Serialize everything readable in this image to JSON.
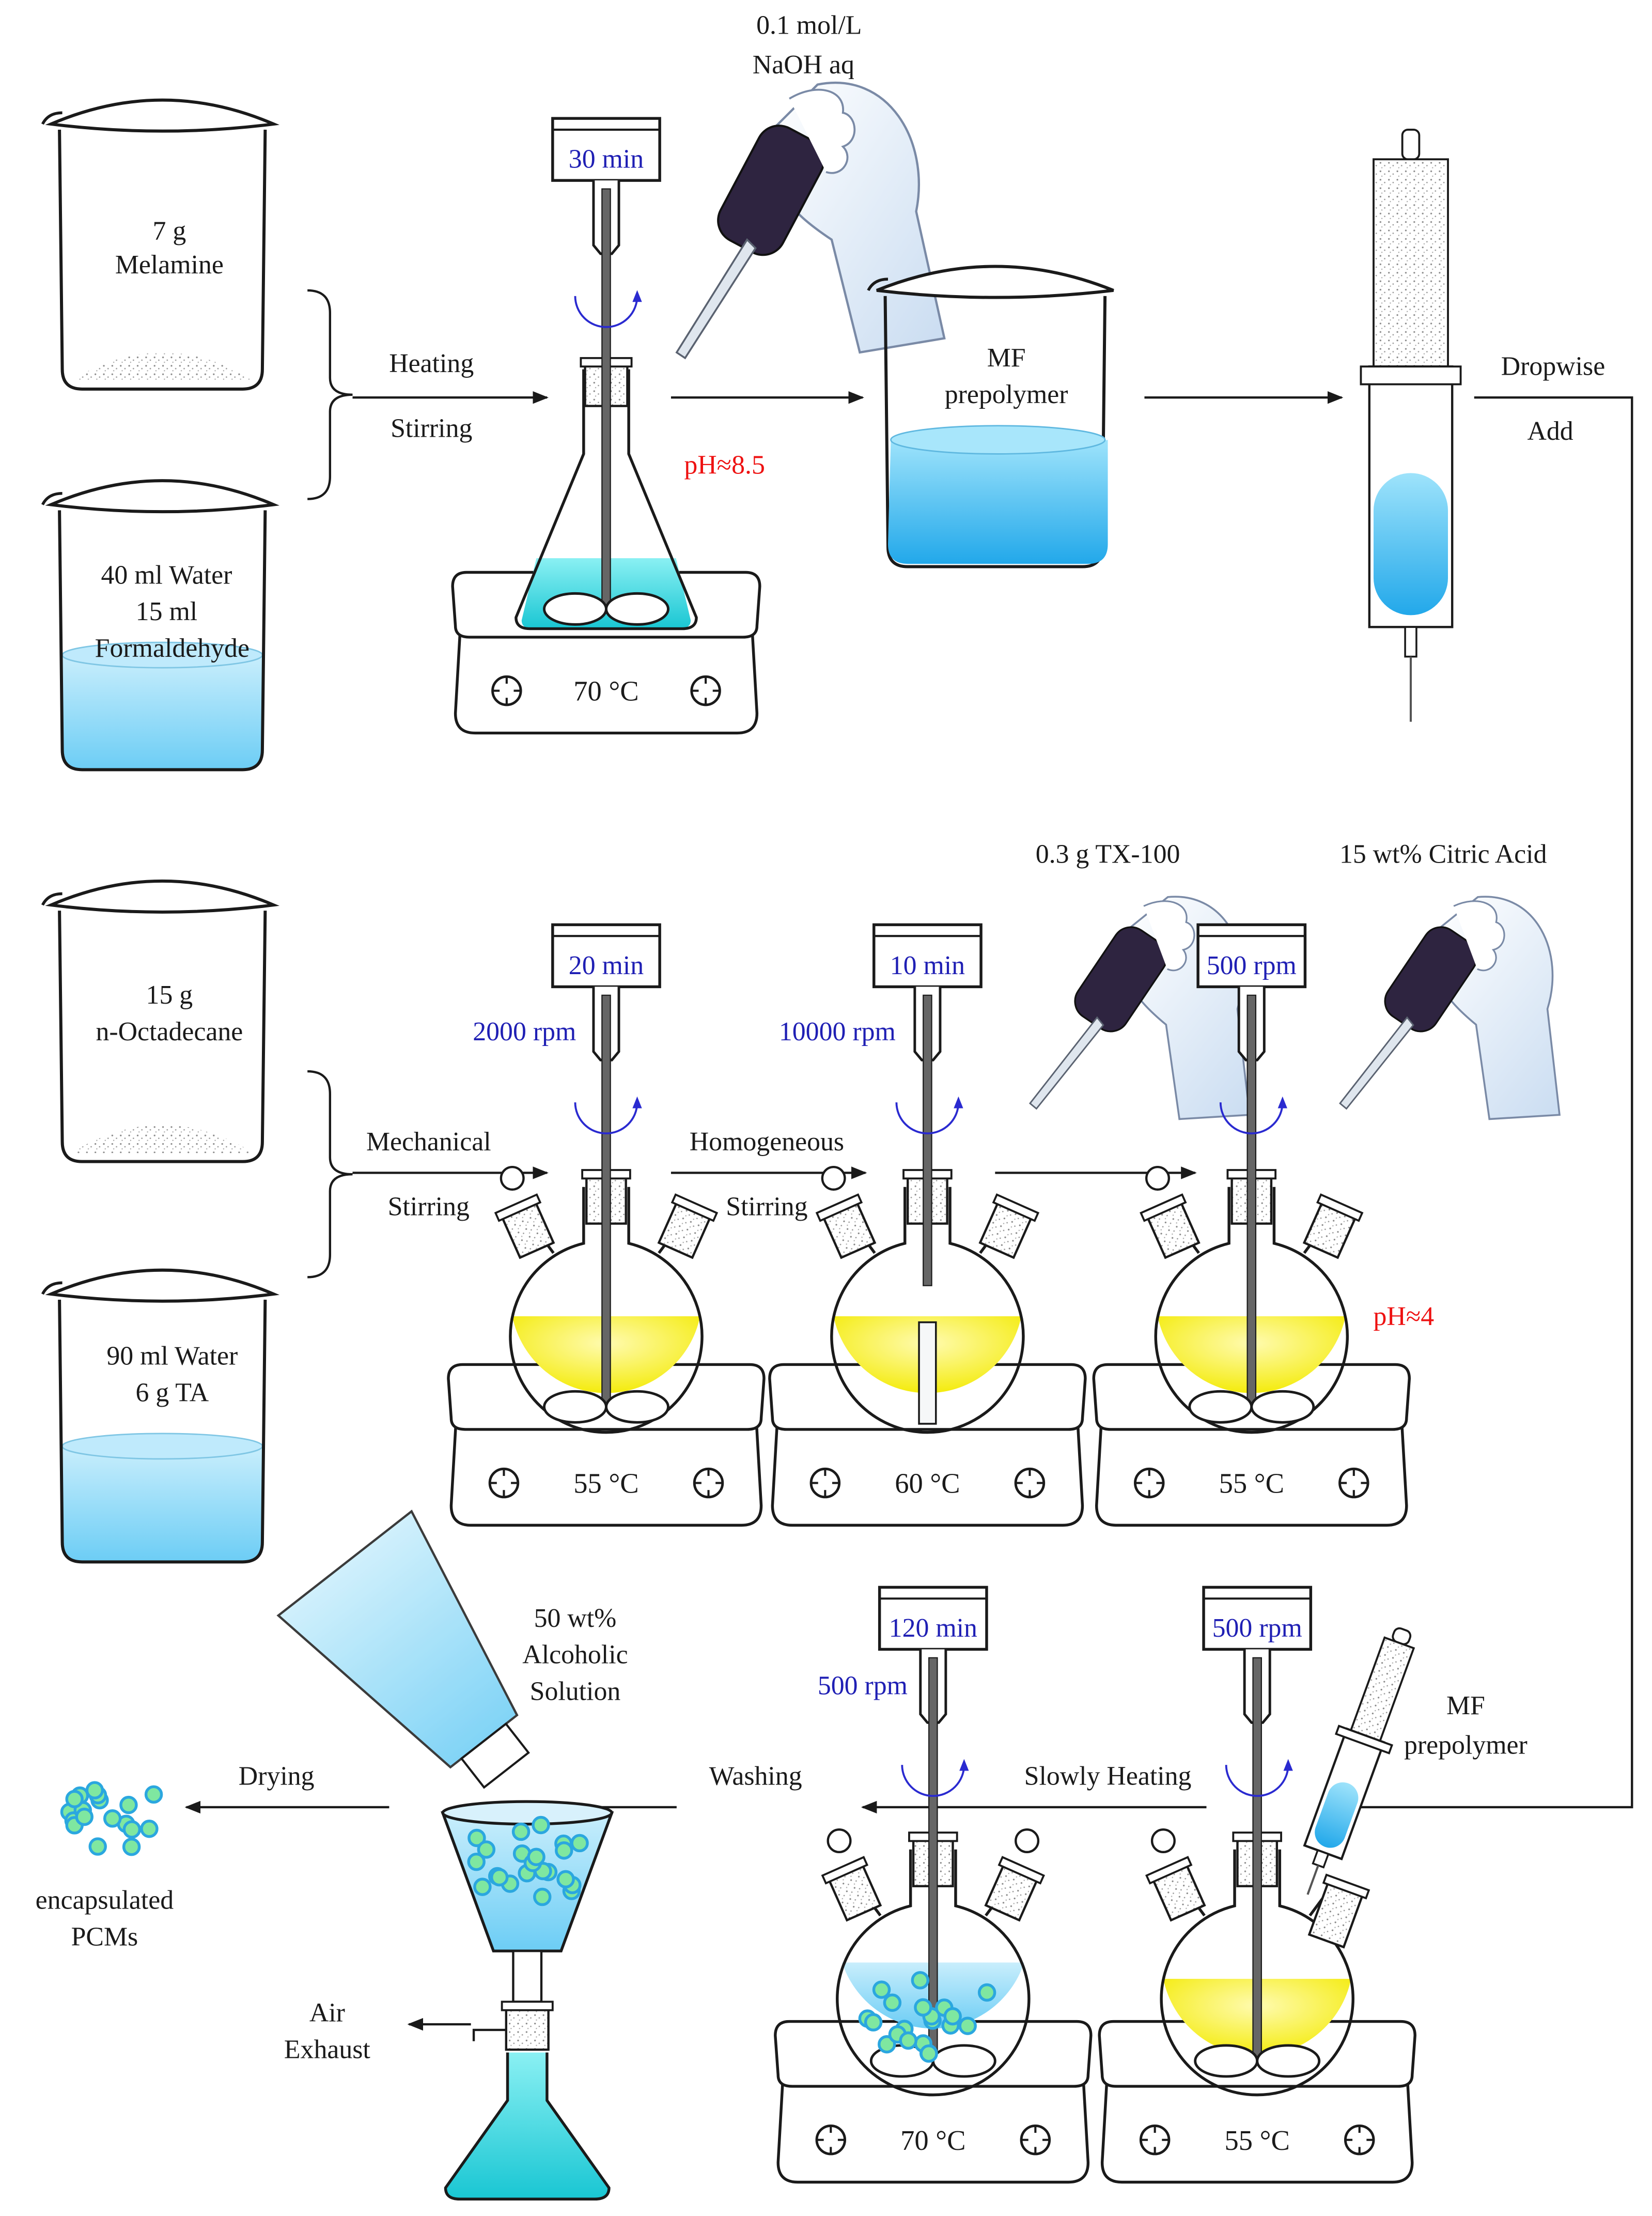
{
  "row1": {
    "beaker_melamine": {
      "line1": "7 g",
      "line2": "Melamine"
    },
    "beaker_water_formaldehyde": {
      "line1": "40 ml Water",
      "line2": "15 ml",
      "line3": "Formaldehyde"
    },
    "step_heating_stirring": {
      "top": "Heating",
      "bottom": "Stirring"
    },
    "stirrer_timer": "30 min",
    "naoh_label": {
      "line1": "0.1 mol/L",
      "line2": "NaOH aq"
    },
    "ph_label": "pH≈8.5",
    "hotplate_temp": "70 °C",
    "mf_beaker": {
      "line1": "MF",
      "line2": "prepolymer"
    },
    "dropwise_add": {
      "top": "Dropwise",
      "bottom": "Add"
    }
  },
  "row2": {
    "beaker_octadecane": {
      "line1": "15 g",
      "line2": "n-Octadecane"
    },
    "beaker_water_ta": {
      "line1": "90 ml Water",
      "line2": "6 g TA"
    },
    "step_mechanical_stirring": {
      "top": "Mechanical",
      "bottom": "Stirring"
    },
    "flask1": {
      "timer": "20 min",
      "speed": "2000 rpm",
      "temp": "55 °C"
    },
    "step_homogeneous_stirring": {
      "top": "Homogeneous",
      "bottom": "Stirring"
    },
    "flask2": {
      "timer": "10 min",
      "speed": "10000 rpm",
      "temp": "60 °C"
    },
    "tx100_label": "0.3 g TX-100",
    "citric_label": "15 wt% Citric Acid",
    "flask3": {
      "timer": "500 rpm",
      "temp": "55 °C"
    },
    "ph_label": "pH≈4"
  },
  "row3": {
    "flask_mf_add": {
      "timer": "500 rpm",
      "temp": "55 °C"
    },
    "mf_syringe_label": {
      "line1": "MF",
      "line2": "prepolymer"
    },
    "step_slowly_heating": "Slowly Heating",
    "flask_cure": {
      "timer": "120 min",
      "speed": "500 rpm",
      "temp": "70 °C"
    },
    "step_washing": "Washing",
    "alcohol_label": {
      "line1": "50 wt%",
      "line2": "Alcoholic",
      "line3": "Solution"
    },
    "air_exhaust": {
      "line1": "Air",
      "line2": "Exhaust"
    },
    "step_drying": "Drying",
    "product_label": {
      "line1": "encapsulated",
      "line2": "PCMs"
    }
  },
  "colors": {
    "black_text": "#1a1a1a",
    "blue_text": "#1f1fb4",
    "red_text": "#ee1111",
    "water_blue": "#7fd0f5",
    "cyan_liquid": "#35d6de",
    "yellow_liquid": "#f6f21a",
    "capsule_green": "#7fe7a0"
  }
}
